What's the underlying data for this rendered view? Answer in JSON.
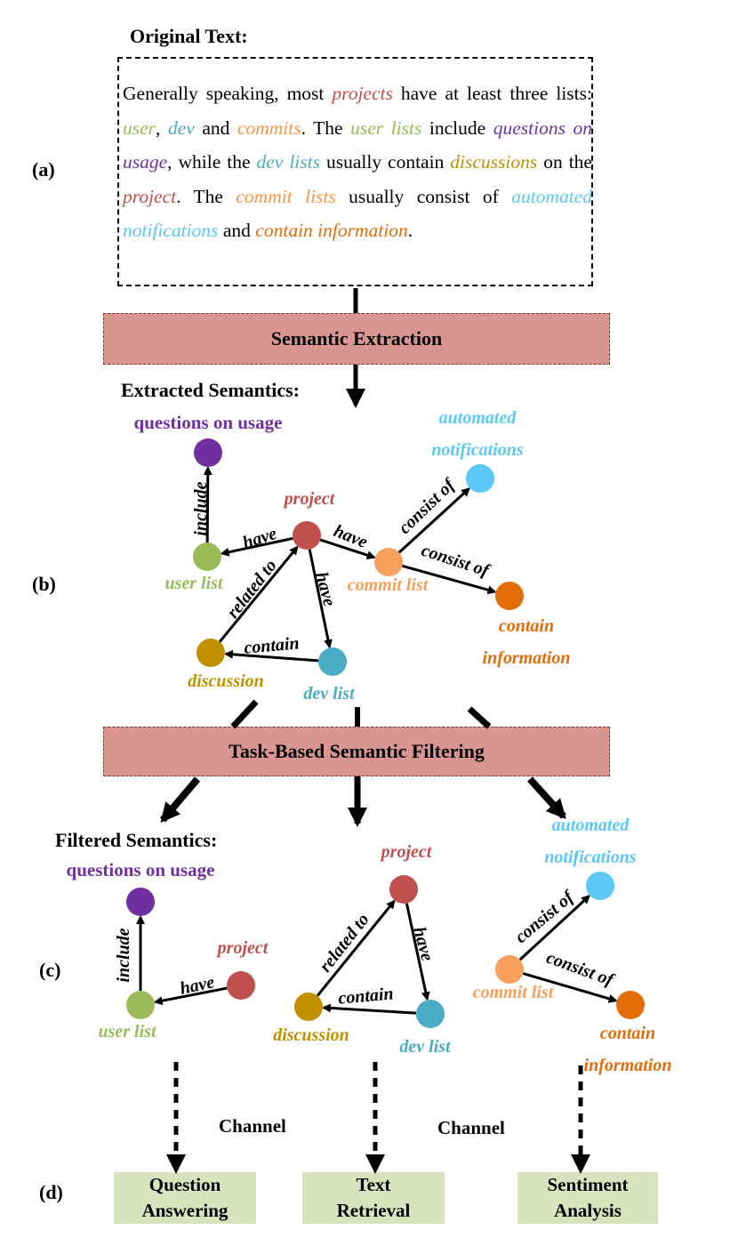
{
  "labels": {
    "a": "(a)",
    "b": "(b)",
    "c": "(c)",
    "d": "(d)"
  },
  "headings": {
    "original": "Original Text:",
    "extracted": "Extracted Semantics:",
    "filtered": "Filtered Semantics:"
  },
  "original_text": [
    {
      "t": "Generally speaking, most "
    },
    {
      "t": "projects",
      "c": "#c0504d",
      "i": true
    },
    {
      "t": " have at least three lists: "
    },
    {
      "t": "user",
      "c": "#9bbb59",
      "i": true
    },
    {
      "t": ", "
    },
    {
      "t": "dev",
      "c": "#4bacc6",
      "i": true
    },
    {
      "t": " and "
    },
    {
      "t": "commits",
      "c": "#f79646",
      "i": true
    },
    {
      "t": ". The "
    },
    {
      "t": "user lists",
      "c": "#9bbb59",
      "i": true
    },
    {
      "t": " include "
    },
    {
      "t": "questions on usage",
      "c": "#7030a0",
      "i": true
    },
    {
      "t": ", while the "
    },
    {
      "t": "dev lists",
      "c": "#4bacc6",
      "i": true
    },
    {
      "t": " usually contain "
    },
    {
      "t": "discussions",
      "c": "#c09000",
      "i": true
    },
    {
      "t": " on the "
    },
    {
      "t": "project",
      "c": "#c0504d",
      "i": true
    },
    {
      "t": ". The "
    },
    {
      "t": "commit lists",
      "c": "#f79646",
      "i": true
    },
    {
      "t": " usually consist of "
    },
    {
      "t": "automated notifications",
      "c": "#5bc8f5",
      "i": true
    },
    {
      "t": " and "
    },
    {
      "t": "contain information",
      "c": "#e36c09",
      "i": true
    },
    {
      "t": "."
    }
  ],
  "steps": {
    "extraction": "Semantic Extraction",
    "filtering": "Task-Based Semantic Filtering"
  },
  "channel_label": "Channel",
  "tasks": [
    {
      "line1": "Question",
      "line2": "Answering"
    },
    {
      "line1": "Text",
      "line2": "Retrieval"
    },
    {
      "line1": "Sentiment",
      "line2": "Analysis"
    }
  ],
  "colors": {
    "project": "#c0504d",
    "user_list": "#9bbb59",
    "dev_list": "#4bacc6",
    "commit_list": "#f7a05c",
    "questions": "#7030a0",
    "discussion": "#c09000",
    "automated": "#5bc8f5",
    "contain_info": "#e36c09",
    "bar_fill": "#d99690",
    "task_fill": "#d7e4bd"
  },
  "graph_b": {
    "nodes": [
      {
        "id": "questions",
        "label": "questions on usage",
        "color": "#7030a0"
      },
      {
        "id": "project",
        "label": "project",
        "color": "#c0504d"
      },
      {
        "id": "user_list",
        "label": "user list",
        "color": "#9bbb59"
      },
      {
        "id": "commit_list",
        "label": "commit list",
        "color": "#f7a05c"
      },
      {
        "id": "automated",
        "label": "automated notifications",
        "color": "#5bc8f5"
      },
      {
        "id": "contain_info",
        "label": "contain information",
        "color": "#e36c09"
      },
      {
        "id": "discussion",
        "label": "discussion",
        "color": "#c09000"
      },
      {
        "id": "dev_list",
        "label": "dev list",
        "color": "#4bacc6"
      }
    ],
    "edges": [
      {
        "from": "user_list",
        "to": "questions",
        "label": "include"
      },
      {
        "from": "project",
        "to": "user_list",
        "label": "have"
      },
      {
        "from": "project",
        "to": "commit_list",
        "label": "have"
      },
      {
        "from": "project",
        "to": "dev_list",
        "label": "have"
      },
      {
        "from": "commit_list",
        "to": "automated",
        "label": "consist of"
      },
      {
        "from": "commit_list",
        "to": "contain_info",
        "label": "consist of"
      },
      {
        "from": "discussion",
        "to": "project",
        "label": "related to"
      },
      {
        "from": "dev_list",
        "to": "discussion",
        "label": "contain"
      }
    ]
  }
}
